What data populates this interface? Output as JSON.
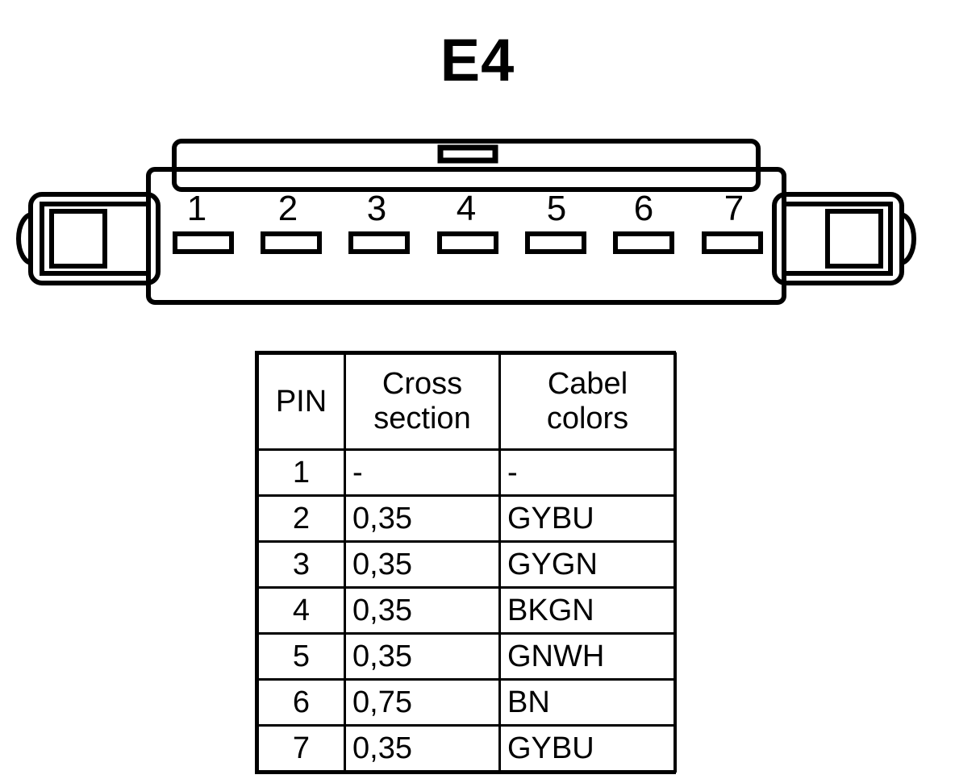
{
  "title": "E4",
  "connector": {
    "name": "7-way automotive connector front view",
    "pin_count": 7,
    "pin_numbers": [
      "1",
      "2",
      "3",
      "4",
      "5",
      "6",
      "7"
    ],
    "keying_slot": "center-top-keying-slot",
    "left_latch": "left-latch-wing",
    "right_latch": "right-latch-wing",
    "line_color": "#000000",
    "background_color": "#ffffff"
  },
  "table": {
    "headers": [
      "PIN",
      "Cross section",
      "Cabel colors"
    ],
    "header_lines": {
      "pin": [
        "PIN"
      ],
      "cross_section": [
        "Cross",
        "section"
      ],
      "cabel_colors": [
        "Cabel",
        "colors"
      ]
    },
    "rows": [
      {
        "pin": "1",
        "cross_section": "-",
        "cabel_colors": "-"
      },
      {
        "pin": "2",
        "cross_section": "0,35",
        "cabel_colors": "GYBU"
      },
      {
        "pin": "3",
        "cross_section": "0,35",
        "cabel_colors": "GYGN"
      },
      {
        "pin": "4",
        "cross_section": "0,35",
        "cabel_colors": "BKGN"
      },
      {
        "pin": "5",
        "cross_section": "0,35",
        "cabel_colors": "GNWH"
      },
      {
        "pin": "6",
        "cross_section": "0,75",
        "cabel_colors": "BN"
      },
      {
        "pin": "7",
        "cross_section": "0,35",
        "cabel_colors": "GYBU"
      }
    ]
  }
}
